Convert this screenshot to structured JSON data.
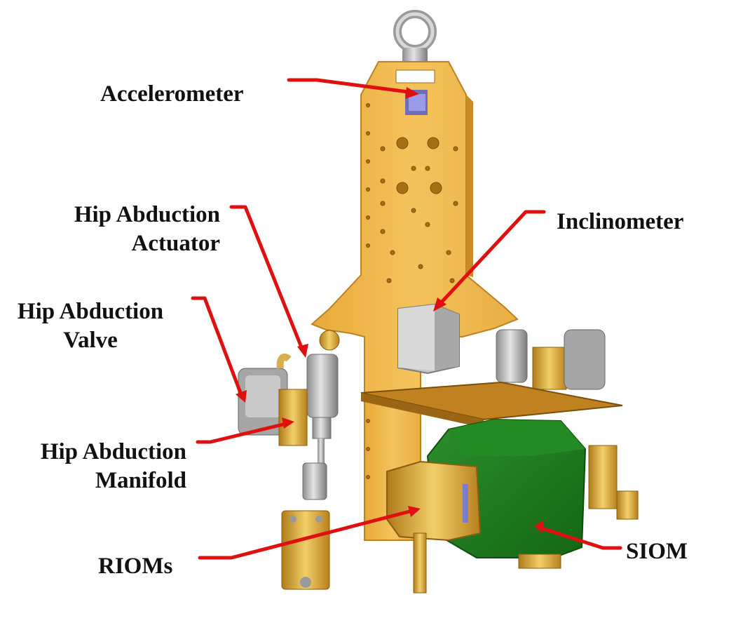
{
  "labels": {
    "accelerometer": "Accelerometer",
    "inclinometer": "Inclinometer",
    "hip_abduction_actuator": [
      "Hip Abduction",
      "Actuator"
    ],
    "hip_abduction_valve": [
      "Hip Abduction",
      "Valve"
    ],
    "hip_abduction_manifold": [
      "Hip Abduction",
      "Manifold"
    ],
    "rioms": "RIOMs",
    "siom": "SIOM"
  },
  "colors": {
    "pointer": "#e01010",
    "frame": "#f0b848",
    "frame_shadow": "#d2952a",
    "siom_box": "#1e7a1e",
    "component_gray": "#b9b9b9",
    "accelerometer_chip": "#8c8ce0",
    "label_text": "#111111"
  }
}
